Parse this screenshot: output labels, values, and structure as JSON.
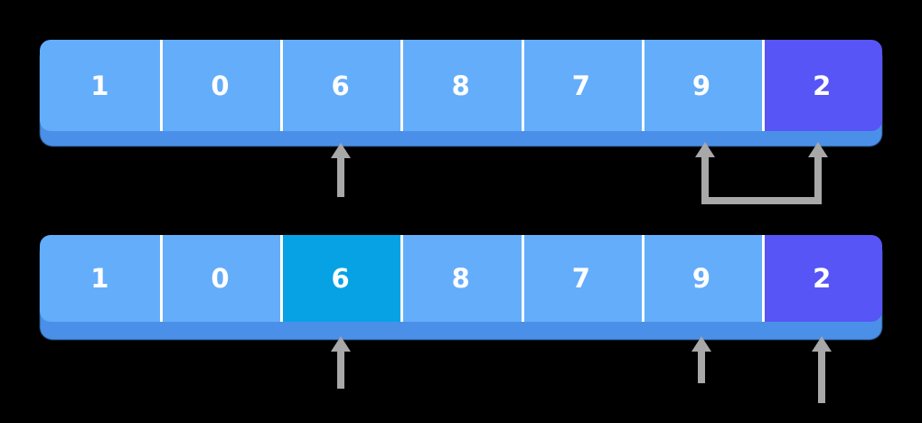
{
  "diagram": {
    "type": "array-sorting-visualization",
    "title": "",
    "colors": {
      "cell_default": "#64adfa",
      "cell_highlight": "#06a2e4",
      "cell_sorted": "#5755f5",
      "cell_divider": "#ffffff",
      "bar_base_shadow": "#4a90e9",
      "pointer": "#a8a8a8",
      "text": "#ffffff",
      "background": "#000000"
    },
    "rows": [
      {
        "id": "row-1",
        "name": "array-state-before",
        "cells": [
          {
            "value": "1",
            "state": "default"
          },
          {
            "value": "0",
            "state": "default"
          },
          {
            "value": "6",
            "state": "default"
          },
          {
            "value": "8",
            "state": "default"
          },
          {
            "value": "7",
            "state": "default"
          },
          {
            "value": "9",
            "state": "default"
          },
          {
            "value": "2",
            "state": "sorted"
          }
        ],
        "pointers": [
          {
            "name": "pointer-index-i",
            "cell_index": 2,
            "length": 60
          }
        ],
        "brackets": [
          {
            "name": "swap-bracket",
            "from_cell_index": 5,
            "to_cell_index": 6,
            "depth": 52
          }
        ]
      },
      {
        "id": "row-2",
        "name": "array-state-after",
        "cells": [
          {
            "value": "1",
            "state": "default"
          },
          {
            "value": "0",
            "state": "default"
          },
          {
            "value": "6",
            "state": "highlight"
          },
          {
            "value": "8",
            "state": "default"
          },
          {
            "value": "7",
            "state": "default"
          },
          {
            "value": "9",
            "state": "default"
          },
          {
            "value": "2",
            "state": "sorted"
          }
        ],
        "pointers": [
          {
            "name": "pointer-index-i",
            "cell_index": 2,
            "length": 58
          },
          {
            "name": "pointer-index-j",
            "cell_index": 5,
            "length": 52
          },
          {
            "name": "pointer-index-pivot",
            "cell_index": 6,
            "length": 74
          }
        ],
        "brackets": []
      }
    ]
  }
}
